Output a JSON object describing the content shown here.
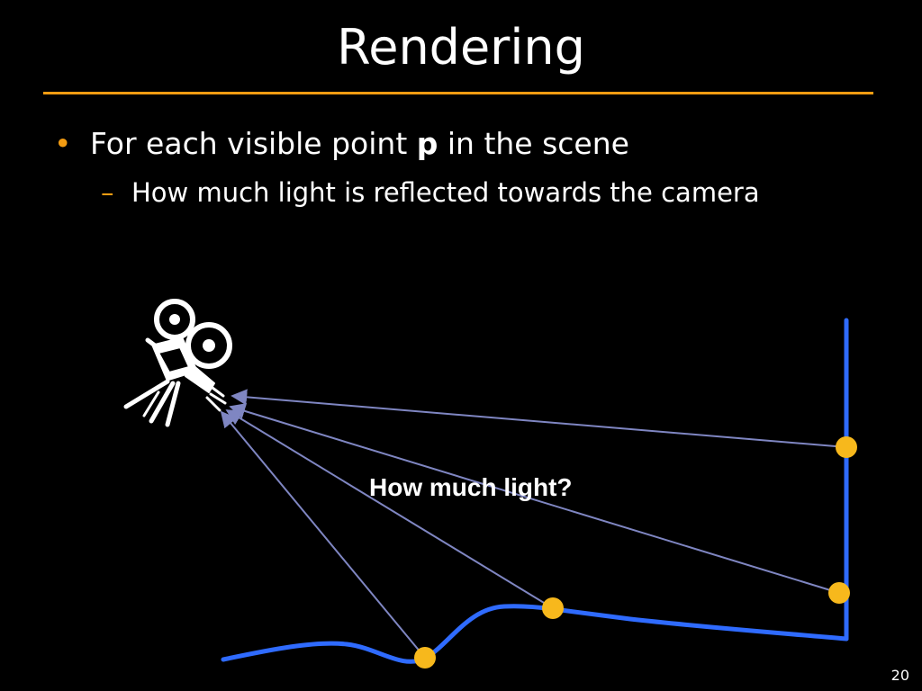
{
  "slide": {
    "title": "Rendering",
    "bullets": [
      {
        "marker": "•",
        "text_before": "For each visible point ",
        "text_bold": "p",
        "text_after": " in the scene"
      }
    ],
    "sub_bullets": [
      {
        "marker": "–",
        "text": "How much light is reflected towards the camera"
      }
    ],
    "page_number": "20"
  },
  "diagram": {
    "label": "How much light?",
    "icons": [
      "movie-camera-icon"
    ],
    "colors": {
      "accent": "#f39c12",
      "surface": "#2f6bff",
      "point": "#f7b81c",
      "ray": "#7f86c2",
      "background": "#000000"
    }
  }
}
